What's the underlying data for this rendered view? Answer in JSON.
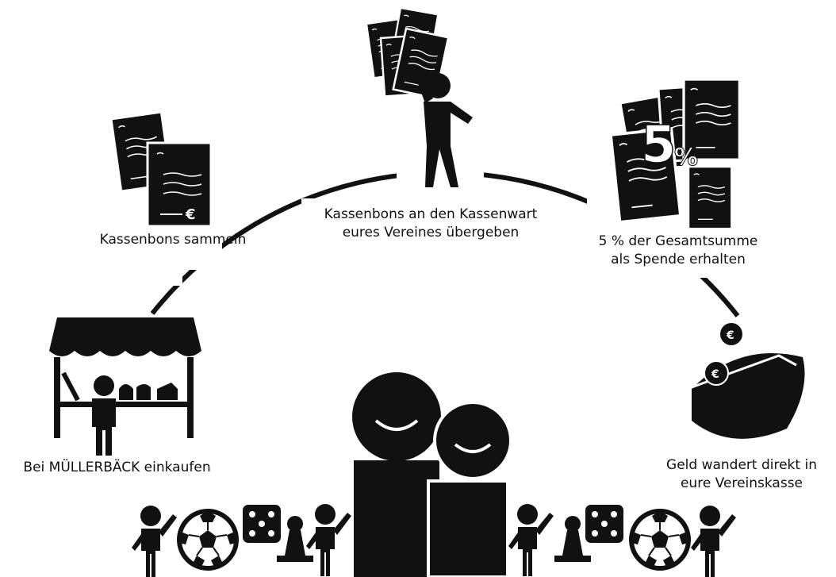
{
  "steps": {
    "shop": {
      "label": "Bei MÜLLERBÄCK einkaufen"
    },
    "collect": {
      "label": "Kassenbons sammeln"
    },
    "handover": {
      "line1": "Kassenbons an den Kassenwart",
      "line2": "eures Vereines übergeben"
    },
    "donation": {
      "line1": "5 % der Gesamtsumme",
      "line2": "als Spende erhalten"
    },
    "cashbox": {
      "line1": "Geld wandert direkt in",
      "line2": "eure Vereinskasse"
    }
  },
  "receipt_currency": "€",
  "percent_badge": {
    "number": "5",
    "sign": "%"
  },
  "coin_symbol": "€",
  "colors": {
    "ink": "#111111",
    "paper": "#ffffff"
  }
}
